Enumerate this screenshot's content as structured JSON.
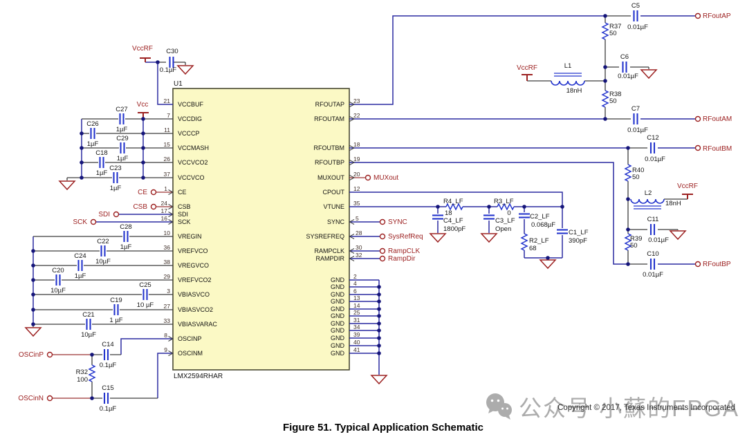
{
  "figure": {
    "caption": "Figure 51.  Typical Application Schematic",
    "copyright": "Copyright © 2017, Texas Instruments Incorporated",
    "watermark_text": "公众号 小蘇的FPGA"
  },
  "chip": {
    "refdes": "U1",
    "part": "LMX2594RHAR",
    "left_pins": [
      {
        "num": "21",
        "name": "VCCBUF"
      },
      {
        "num": "7",
        "name": "VCCDIG"
      },
      {
        "num": "11",
        "name": "VCCCP"
      },
      {
        "num": "15",
        "name": "VCCMASH"
      },
      {
        "num": "26",
        "name": "VCCVCO2"
      },
      {
        "num": "37",
        "name": "VCCVCO"
      },
      {
        "num": "1",
        "name": "CE"
      },
      {
        "num": "24",
        "name": "CSB"
      },
      {
        "num": "17",
        "name": "SDI"
      },
      {
        "num": "16",
        "name": "SCK"
      },
      {
        "num": "10",
        "name": "VREGIN"
      },
      {
        "num": "36",
        "name": "VREFVCO"
      },
      {
        "num": "38",
        "name": "VREGVCO"
      },
      {
        "num": "29",
        "name": "VREFVCO2"
      },
      {
        "num": "3",
        "name": "VBIASVCO"
      },
      {
        "num": "27",
        "name": "VBIASVCO2"
      },
      {
        "num": "33",
        "name": "VBIASVARAC"
      },
      {
        "num": "8",
        "name": "OSCINP"
      },
      {
        "num": "9",
        "name": "OSCINM"
      }
    ],
    "right_pins": [
      {
        "num": "23",
        "name": "RFOUTAP"
      },
      {
        "num": "22",
        "name": "RFOUTAM"
      },
      {
        "num": "18",
        "name": "RFOUTBM"
      },
      {
        "num": "19",
        "name": "RFOUTBP"
      },
      {
        "num": "20",
        "name": "MUXOUT"
      },
      {
        "num": "12",
        "name": "CPOUT"
      },
      {
        "num": "35",
        "name": "VTUNE"
      },
      {
        "num": "5",
        "name": "SYNC"
      },
      {
        "num": "28",
        "name": "SYSREFREQ"
      },
      {
        "num": "30",
        "name": "RAMPCLK"
      },
      {
        "num": "32",
        "name": "RAMPDIR"
      }
    ],
    "gnd_pins": [
      {
        "num": "2",
        "name": "GND"
      },
      {
        "num": "4",
        "name": "GND"
      },
      {
        "num": "6",
        "name": "GND"
      },
      {
        "num": "13",
        "name": "GND"
      },
      {
        "num": "14",
        "name": "GND"
      },
      {
        "num": "25",
        "name": "GND"
      },
      {
        "num": "31",
        "name": "GND"
      },
      {
        "num": "34",
        "name": "GND"
      },
      {
        "num": "39",
        "name": "GND"
      },
      {
        "num": "40",
        "name": "GND"
      },
      {
        "num": "41",
        "name": "GND"
      }
    ]
  },
  "components": {
    "c30": {
      "ref": "C30",
      "value": "0.1µF"
    },
    "c27": {
      "ref": "C27",
      "value": "1µF"
    },
    "c26": {
      "ref": "C26",
      "value": "1µF"
    },
    "c29": {
      "ref": "C29",
      "value": "1µF"
    },
    "c18": {
      "ref": "C18",
      "value": "1µF"
    },
    "c23": {
      "ref": "C23",
      "value": "1µF"
    },
    "c28": {
      "ref": "C28",
      "value": "1µF"
    },
    "c22": {
      "ref": "C22",
      "value": "10µF"
    },
    "c24": {
      "ref": "C24",
      "value": "1µF"
    },
    "c20": {
      "ref": "C20",
      "value": "10µF"
    },
    "c25": {
      "ref": "C25",
      "value": "10 µF"
    },
    "c19": {
      "ref": "C19",
      "value": "1 µF"
    },
    "c21": {
      "ref": "C21",
      "value": "10µF"
    },
    "c14": {
      "ref": "C14",
      "value": "0.1µF"
    },
    "c15": {
      "ref": "C15",
      "value": "0.1µF"
    },
    "r32": {
      "ref": "R32",
      "value": "100"
    },
    "r4lf": {
      "ref": "R4_LF",
      "value": "18"
    },
    "r3lf": {
      "ref": "R3_LF",
      "value": "0"
    },
    "r2lf": {
      "ref": "R2_LF",
      "value": "68"
    },
    "c4lf": {
      "ref": "C4_LF",
      "value": "1800pF"
    },
    "c3lf": {
      "ref": "C3_LF",
      "value": "Open"
    },
    "c2lf": {
      "ref": "C2_LF",
      "value": "0.068µF"
    },
    "c1lf": {
      "ref": "C1_LF",
      "value": "390pF"
    },
    "r37": {
      "ref": "R37",
      "value": "50"
    },
    "r38": {
      "ref": "R38",
      "value": "50"
    },
    "r39": {
      "ref": "R39",
      "value": "50"
    },
    "r40": {
      "ref": "R40",
      "value": "50"
    },
    "c5": {
      "ref": "C5",
      "value": "0.01µF"
    },
    "c6": {
      "ref": "C6",
      "value": "0.01µF"
    },
    "c7": {
      "ref": "C7",
      "value": "0.01µF"
    },
    "c10": {
      "ref": "C10",
      "value": "0.01µF"
    },
    "c11": {
      "ref": "C11",
      "value": "0.01µF"
    },
    "c12": {
      "ref": "C12",
      "value": "0.01µF"
    },
    "l1": {
      "ref": "L1",
      "value": "18nH"
    },
    "l2": {
      "ref": "L2",
      "value": "18nH"
    }
  },
  "ports": {
    "vccrf": "VccRF",
    "vcc": "Vcc",
    "ce": "CE",
    "csb": "CSB",
    "sdi": "SDI",
    "sck": "SCK",
    "oscinp": "OSCinP",
    "oscinn": "OSCinN",
    "rfoutap": "RFoutAP",
    "rfoutam": "RFoutAM",
    "rfoutbm": "RFoutBM",
    "rfoutbp": "RFoutBP",
    "muxout": "MUXout",
    "sync": "SYNC",
    "sysrefreq": "SysRefReq",
    "rampclk": "RampCLK",
    "rampdir": "RampDir"
  },
  "colors": {
    "wire": "#2a2aa0",
    "chip_fill": "#fbf9c5",
    "accent_red": "#9c2020",
    "symbol_blue": "#2233cc"
  }
}
